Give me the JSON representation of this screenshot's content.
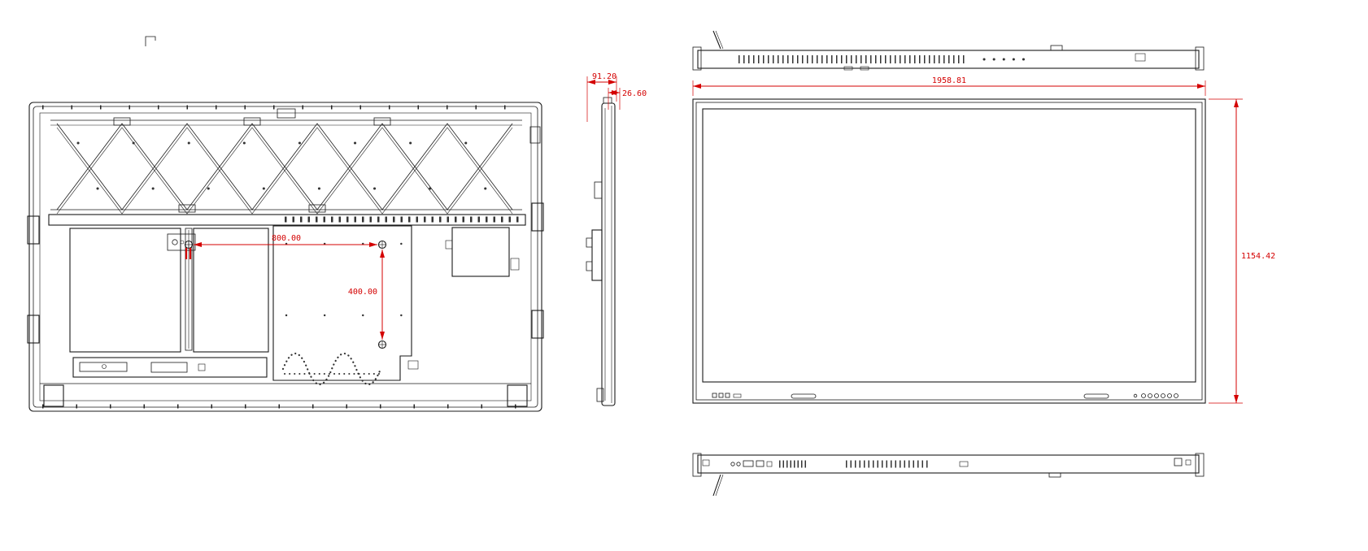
{
  "drawing": {
    "background_color": "#ffffff",
    "line_color": "#1a1a1a",
    "dimension_color": "#d40000",
    "dimensions": {
      "vesa_width": "800.00",
      "vesa_height": "400.00",
      "depth_total": "91.20",
      "depth_body": "26.60",
      "overall_width": "1958.81",
      "overall_height": "1154.42"
    }
  }
}
